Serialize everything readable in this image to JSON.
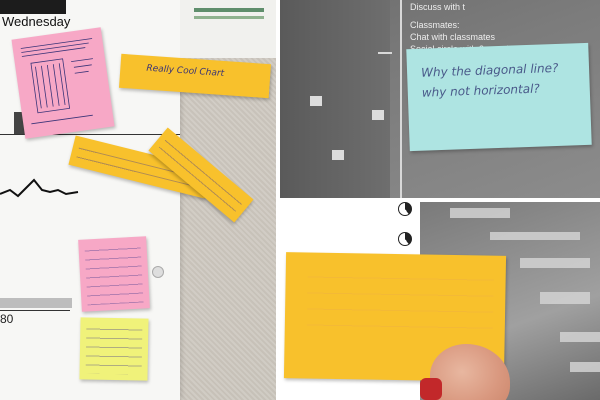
{
  "left_panel": {
    "day_label": "Wednesday",
    "number_label": "80",
    "notes": {
      "orange_top_text": "Really Cool Chart"
    }
  },
  "top_right_panel": {
    "legend": {
      "line1": "Discuss with t",
      "line2": "Classmates:",
      "line3": "Chat with classmates",
      "line4": "Social circle with 3 people"
    },
    "cyan_note_text_line1": "Why the diagonal line?",
    "cyan_note_text_line2": "why not horizontal?"
  },
  "colors": {
    "pink_note": "#f7a8c6",
    "orange_note": "#f8c12c",
    "yellow_note": "#f0f27a",
    "cyan_note": "#aee4e2"
  }
}
